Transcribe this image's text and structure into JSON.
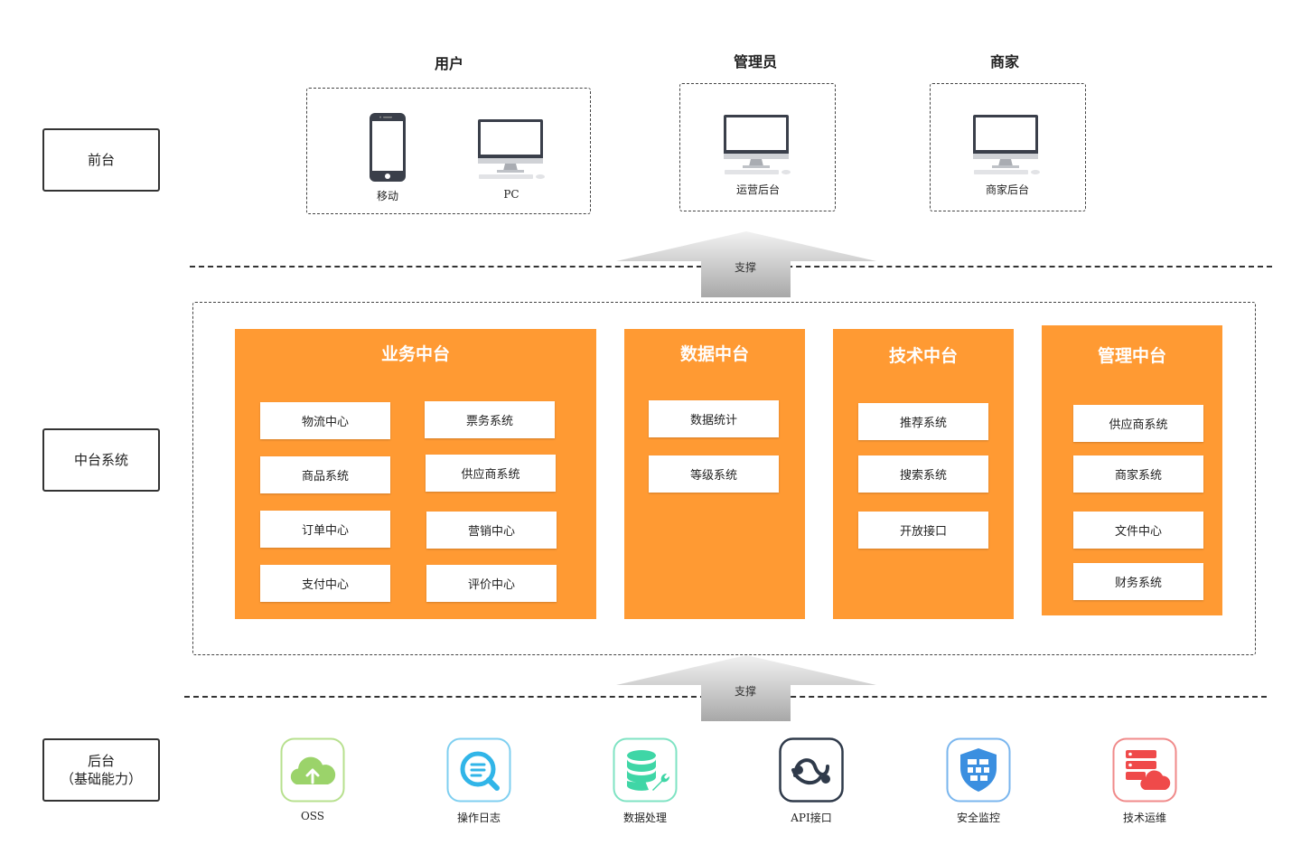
{
  "layers": {
    "front": "前台",
    "middle": "中台系统",
    "back_line1": "后台",
    "back_line2": "（基础能力）"
  },
  "front": {
    "user": {
      "title": "用户",
      "mobile": "移动",
      "pc": "PC"
    },
    "admin": {
      "title": "管理员",
      "caption": "运营后台"
    },
    "merchant": {
      "title": "商家",
      "caption": "商家后台"
    }
  },
  "arrows": {
    "support_top": "支撑",
    "support_bottom": "支撑"
  },
  "middle": {
    "business": {
      "title": "业务中台",
      "modules": [
        "物流中心",
        "票务系统",
        "商品系统",
        "供应商系统",
        "订单中心",
        "营销中心",
        "支付中心",
        "评价中心"
      ]
    },
    "data": {
      "title": "数据中台",
      "modules": [
        "数据统计",
        "等级系统"
      ]
    },
    "tech": {
      "title": "技术中台",
      "modules": [
        "推荐系统",
        "搜索系统",
        "开放接口"
      ]
    },
    "manage": {
      "title": "管理中台",
      "modules": [
        "供应商系统",
        "商家系统",
        "文件中心",
        "财务系统"
      ]
    }
  },
  "back": {
    "services": [
      {
        "label": "OSS",
        "icon": "cloud-upload-icon",
        "color": "#9bd36a"
      },
      {
        "label": "操作日志",
        "icon": "search-list-icon",
        "color": "#31b5e8"
      },
      {
        "label": "数据处理",
        "icon": "database-wrench-icon",
        "color": "#3fd6a6"
      },
      {
        "label": "API接口",
        "icon": "api-link-icon",
        "color": "#2f3a4a"
      },
      {
        "label": "安全监控",
        "icon": "shield-firewall-icon",
        "color": "#3b8fe0"
      },
      {
        "label": "技术运维",
        "icon": "server-cloud-icon",
        "color": "#ef4a4a"
      }
    ]
  },
  "colors": {
    "panel": "#ff9a33",
    "arrow": "#c8c8c8"
  }
}
